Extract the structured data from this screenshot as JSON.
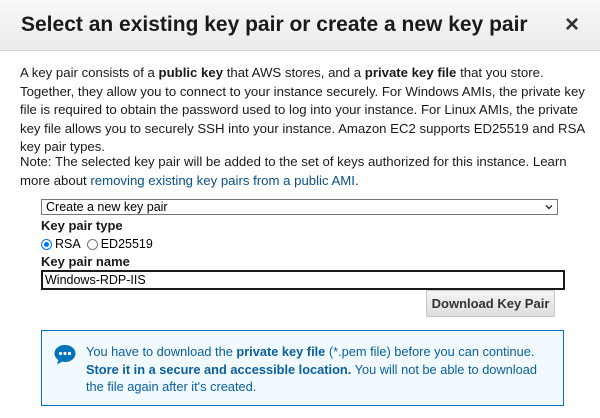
{
  "dialog": {
    "title": "Select an existing key pair or create a new key pair",
    "close_glyph": "×"
  },
  "intro": {
    "t1": "A key pair consists of a ",
    "b1": "public key",
    "t2": " that AWS stores, and a ",
    "b2": "private key file",
    "t3": " that you store. Together, they allow you to connect to your instance securely. For Windows AMIs, the private key file is required to obtain the password used to log into your instance. For Linux AMIs, the private key file allows you to securely SSH into your instance. Amazon EC2 supports ED25519 and RSA key pair types."
  },
  "note": {
    "text": "Note: The selected key pair will be added to the set of keys authorized for this instance. Learn more about ",
    "link": "removing existing key pairs from a public AMI",
    "end": "."
  },
  "form": {
    "select_value": "Create a new key pair",
    "key_type_label": "Key pair type",
    "key_types": [
      {
        "label": "RSA",
        "checked": true
      },
      {
        "label": "ED25519",
        "checked": false
      }
    ],
    "key_name_label": "Key pair name",
    "key_name_value": "Windows-RDP-IIS",
    "download_button": "Download Key Pair"
  },
  "info": {
    "icon": "speech-bubble-icon",
    "t1": "You have to download the ",
    "b1": "private key file",
    "t2": " (*.pem file) before you can continue. ",
    "b2": "Store it in a secure and accessible location.",
    "t3": " You will not be able to download the file again after it's created.",
    "accent_color": "#0073bb",
    "background_color": "#f1faff"
  }
}
